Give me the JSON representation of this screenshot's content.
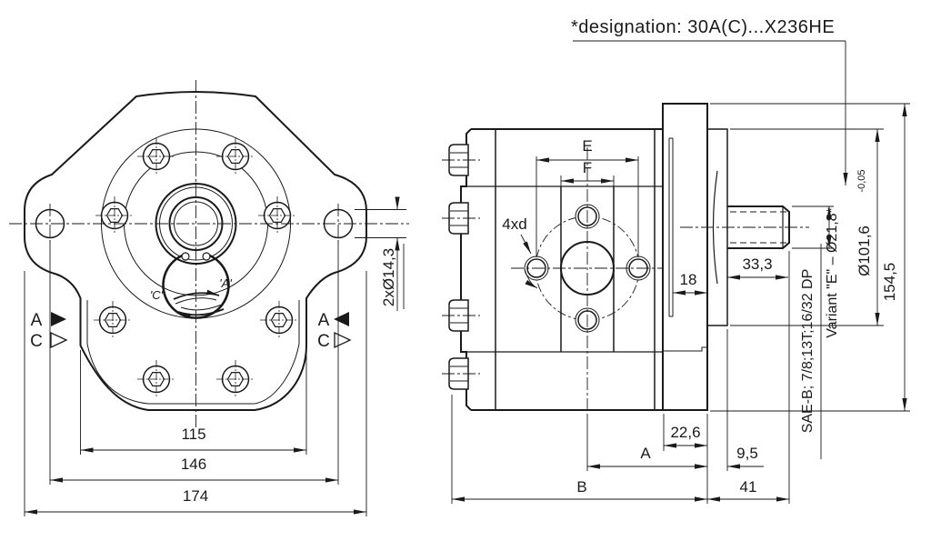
{
  "designation_note": "*designation: 30A(C)...X236HE",
  "front_view": {
    "section_label_a": "A",
    "section_label_c": "C",
    "rotation_label_a": "'A'",
    "rotation_label_c": "'C'",
    "dim_mounting_holes": "2xØ14,3",
    "dim_flats": "115",
    "dim_hole_centers": "146",
    "dim_overall_width": "174"
  },
  "side_view": {
    "dim_port_spacing_e": "E",
    "dim_port_width_f": "F",
    "port_holes_label": "4xd",
    "dim_flange_step": "18",
    "dim_spline_length": "33,3",
    "dim_flange_thickness": "22,6",
    "dim_a": "A",
    "dim_hub_thickness": "9,5",
    "dim_b": "B",
    "dim_shaft_extension": "41",
    "dim_flange_height": "154,5",
    "dim_pilot_diameter": "Ø101,6",
    "dim_pilot_tolerance": "-0,05",
    "variant_note": "Variant \"E\" – Ø21,8*",
    "spline_note": "SAE-B; 7/8;13T;16/32 DP"
  }
}
